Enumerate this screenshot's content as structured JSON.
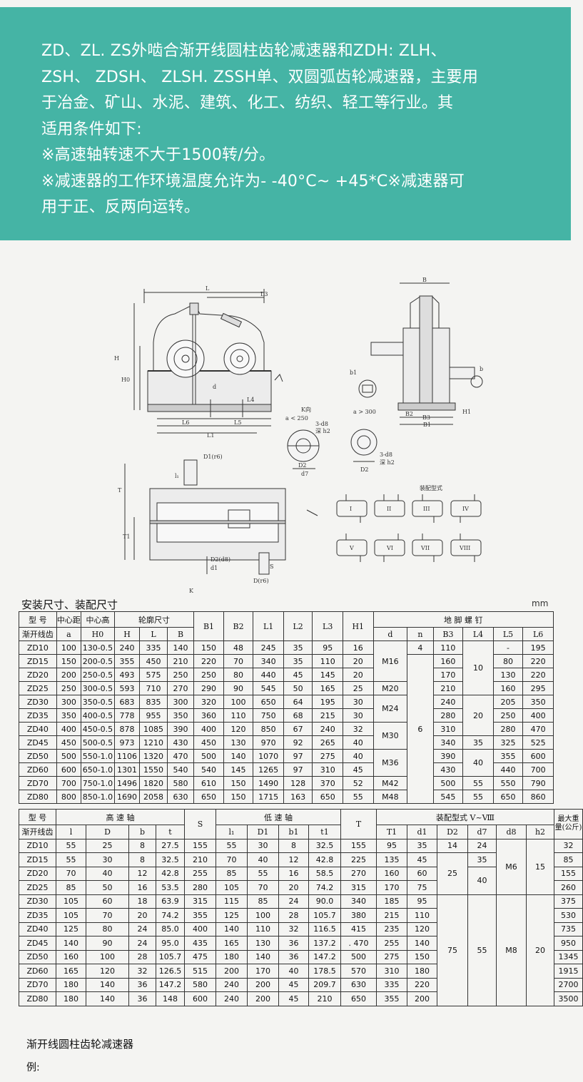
{
  "intro": {
    "lines": [
      "ZD、ZL. ZS外啮合渐开线圆柱齿轮减速器和ZDH: ZLH、",
      "ZSH、 ZDSH、 ZLSH. ZSSH单、双圆弧齿轮减速器，主要用",
      "于冶金、矿山、水泥、建筑、化工、纺织、轻工等行业。其",
      "适用条件如下:",
      "※高速轴转速不大于1500转/分。",
      "※减速器的工作环境温度允许为- -40°C~ +45*C※减速器可",
      "用于正、反两向运转。"
    ]
  },
  "drawing": {
    "labels": {
      "L": "L",
      "L3": "L3",
      "H": "H",
      "H0": "H0",
      "d": "d",
      "L4": "L4",
      "L6": "L6",
      "L5": "L5",
      "L1": "L1",
      "B": "B",
      "b1": "b1",
      "b": "b",
      "a_gt_300": "a > 300",
      "B2": "B2",
      "B3": "B3",
      "B1": "B1",
      "H1": "H1",
      "K_dir": "K向",
      "a_lt_250": "a < 250",
      "d8": "3-d8",
      "deep_h2": "深 h2",
      "D2": "D2",
      "d7": "d7",
      "D1r6": "D1(r6)",
      "l1": "l₁",
      "T": "T",
      "T1": "T1",
      "S": "S",
      "D2d8": "D2(d8)",
      "d1": "d1",
      "Dr6": "D(r6)",
      "K": "K",
      "assembly_title": "装配型式",
      "forms": [
        "I",
        "II",
        "III",
        "IV",
        "V",
        "VI",
        "VII",
        "VIII"
      ]
    }
  },
  "table_title": "安装尺寸、装配尺寸",
  "unit": "mm",
  "table1": {
    "group_headers": {
      "model": "型 号",
      "center_distance": "中心距",
      "center_height": "中心高",
      "outline": "轮廓尺寸",
      "anchor": "地 脚 螺 钉"
    },
    "sub_headers": {
      "model": "渐开线齿",
      "a": "a",
      "H0": "H0",
      "H": "H",
      "L": "L",
      "B": "B",
      "B1": "B1",
      "B2": "B2",
      "L1": "L1",
      "L2": "L2",
      "L3": "L3",
      "H1": "H1",
      "d": "d",
      "n": "n",
      "B3": "B3",
      "L4": "L4",
      "L5": "L5",
      "L6": "L6"
    },
    "rows": [
      {
        "model": "ZD10",
        "a": "100",
        "h0": "130-0.5",
        "h": "240",
        "l": "335",
        "b": "140",
        "b1": "150",
        "b2": "48",
        "l1": "245",
        "l2": "35",
        "l3": "95",
        "h1": "16",
        "b3": "110",
        "l5": "-",
        "l6": "195"
      },
      {
        "model": "ZD15",
        "a": "150",
        "h0": "200-0.5",
        "h": "355",
        "l": "450",
        "b": "210",
        "b1": "220",
        "b2": "70",
        "l1": "340",
        "l2": "35",
        "l3": "110",
        "h1": "20",
        "b3": "160",
        "l5": "80",
        "l6": "220"
      },
      {
        "model": "ZD20",
        "a": "200",
        "h0": "250-0.5",
        "h": "493",
        "l": "575",
        "b": "250",
        "b1": "250",
        "b2": "80",
        "l1": "440",
        "l2": "45",
        "l3": "145",
        "h1": "20",
        "b3": "170",
        "l5": "130",
        "l6": "220"
      },
      {
        "model": "ZD25",
        "a": "250",
        "h0": "300-0.5",
        "h": "593",
        "l": "710",
        "b": "270",
        "b1": "290",
        "b2": "90",
        "l1": "545",
        "l2": "50",
        "l3": "165",
        "h1": "25",
        "b3": "210",
        "l5": "160",
        "l6": "295"
      },
      {
        "model": "ZD30",
        "a": "300",
        "h0": "350-0.5",
        "h": "683",
        "l": "835",
        "b": "300",
        "b1": "320",
        "b2": "100",
        "l1": "650",
        "l2": "64",
        "l3": "195",
        "h1": "30",
        "b3": "240",
        "l5": "205",
        "l6": "350"
      },
      {
        "model": "ZD35",
        "a": "350",
        "h0": "400-0.5",
        "h": "778",
        "l": "955",
        "b": "350",
        "b1": "360",
        "b2": "110",
        "l1": "750",
        "l2": "68",
        "l3": "215",
        "h1": "30",
        "b3": "280",
        "l5": "250",
        "l6": "400"
      },
      {
        "model": "ZD40",
        "a": "400",
        "h0": "450-0.5",
        "h": "878",
        "l": "1085",
        "b": "390",
        "b1": "400",
        "b2": "120",
        "l1": "850",
        "l2": "67",
        "l3": "240",
        "h1": "32",
        "b3": "310",
        "l5": "280",
        "l6": "470"
      },
      {
        "model": "ZD45",
        "a": "450",
        "h0": "500-0.5",
        "h": "973",
        "l": "1210",
        "b": "430",
        "b1": "450",
        "b2": "130",
        "l1": "970",
        "l2": "92",
        "l3": "265",
        "h1": "40",
        "b3": "340",
        "l5": "325",
        "l6": "525"
      },
      {
        "model": "ZD50",
        "a": "500",
        "h0": "550-1.0",
        "h": "1106",
        "l": "1320",
        "b": "470",
        "b1": "500",
        "b2": "140",
        "l1": "1070",
        "l2": "97",
        "l3": "275",
        "h1": "40",
        "b3": "390",
        "l5": "355",
        "l6": "600"
      },
      {
        "model": "ZD60",
        "a": "600",
        "h0": "650-1.0",
        "h": "1301",
        "l": "1550",
        "b": "540",
        "b1": "540",
        "b2": "145",
        "l1": "1265",
        "l2": "97",
        "l3": "310",
        "h1": "45",
        "b3": "430",
        "l5": "440",
        "l6": "700"
      },
      {
        "model": "ZD70",
        "a": "700",
        "h0": "750-1.0",
        "h": "1496",
        "l": "1820",
        "b": "580",
        "b1": "610",
        "b2": "150",
        "l1": "1490",
        "l2": "128",
        "l3": "370",
        "h1": "52",
        "b3": "500",
        "l5": "550",
        "l6": "790"
      },
      {
        "model": "ZD80",
        "a": "800",
        "h0": "850-1.0",
        "h": "1690",
        "l": "2058",
        "b": "630",
        "b1": "650",
        "b2": "150",
        "l1": "1715",
        "l2": "163",
        "l3": "650",
        "h1": "55",
        "b3": "545",
        "l5": "650",
        "l6": "860"
      }
    ],
    "merged": {
      "d_M16": "M16",
      "d_M20": "M20",
      "d_M24": "M24",
      "d_M30": "M30",
      "d_M36": "M36",
      "d_M42": "M42",
      "d_M48": "M48",
      "n_4": "4",
      "n_6": "6",
      "l4_10": "10",
      "l4_20": "20",
      "l4_35": "35",
      "l4_40": "40",
      "l4_55a": "55",
      "l4_55b": "55"
    }
  },
  "table2": {
    "group_headers": {
      "model": "型 号",
      "high_speed": "高 速 轴",
      "S": "S",
      "low_speed": "低 速 轴",
      "T": "T",
      "assembly": "装配型式 V~Ⅷ",
      "max_weight": "最大重量(公斤)"
    },
    "sub_headers": {
      "model": "渐开线齿",
      "l": "l",
      "D": "D",
      "b": "b",
      "t": "t",
      "l1": "l₁",
      "D1": "D1",
      "b1": "b1",
      "t1": "t1",
      "T1": "T1",
      "d1": "d1",
      "D2": "D2",
      "d7": "d7",
      "d8": "d8",
      "h2": "h2"
    },
    "rows": [
      {
        "model": "ZD10",
        "l": "55",
        "D": "25",
        "b": "8",
        "t": "27.5",
        "s": "155",
        "l1": "55",
        "D1": "30",
        "b1": "8",
        "t1": "32.5",
        "T": "155",
        "T1": "95",
        "d1": "35",
        "w": "32"
      },
      {
        "model": "ZD15",
        "l": "55",
        "D": "30",
        "b": "8",
        "t": "32.5",
        "s": "210",
        "l1": "70",
        "D1": "40",
        "b1": "12",
        "t1": "42.8",
        "T": "225",
        "T1": "135",
        "d1": "45",
        "w": "85"
      },
      {
        "model": "ZD20",
        "l": "70",
        "D": "40",
        "b": "12",
        "t": "42.8",
        "s": "255",
        "l1": "85",
        "D1": "55",
        "b1": "16",
        "t1": "58.5",
        "T": "270",
        "T1": "160",
        "d1": "60",
        "w": "155"
      },
      {
        "model": "ZD25",
        "l": "85",
        "D": "50",
        "b": "16",
        "t": "53.5",
        "s": "280",
        "l1": "105",
        "D1": "70",
        "b1": "20",
        "t1": "74.2",
        "T": "315",
        "T1": "170",
        "d1": "75",
        "w": "260"
      },
      {
        "model": "ZD30",
        "l": "105",
        "D": "60",
        "b": "18",
        "t": "63.9",
        "s": "315",
        "l1": "115",
        "D1": "85",
        "b1": "24",
        "t1": "90.0",
        "T": "340",
        "T1": "185",
        "d1": "95",
        "w": "375"
      },
      {
        "model": "ZD35",
        "l": "105",
        "D": "70",
        "b": "20",
        "t": "74.2",
        "s": "355",
        "l1": "125",
        "D1": "100",
        "b1": "28",
        "t1": "105.7",
        "T": "380",
        "T1": "215",
        "d1": "110",
        "w": "530"
      },
      {
        "model": "ZD40",
        "l": "125",
        "D": "80",
        "b": "24",
        "t": "85.0",
        "s": "400",
        "l1": "140",
        "D1": "110",
        "b1": "32",
        "t1": "116.5",
        "T": "415",
        "T1": "235",
        "d1": "120",
        "w": "735"
      },
      {
        "model": "ZD45",
        "l": "140",
        "D": "90",
        "b": "24",
        "t": "95.0",
        "s": "435",
        "l1": "165",
        "D1": "130",
        "b1": "36",
        "t1": "137.2",
        "T": ". 470",
        "T1": "255",
        "d1": "140",
        "w": "950"
      },
      {
        "model": "ZD50",
        "l": "160",
        "D": "100",
        "b": "28",
        "t": "105.7",
        "s": "475",
        "l1": "180",
        "D1": "140",
        "b1": "36",
        "t1": "147.2",
        "T": "500",
        "T1": "275",
        "d1": "150",
        "w": "1345"
      },
      {
        "model": "ZD60",
        "l": "165",
        "D": "120",
        "b": "32",
        "t": "126.5",
        "s": "515",
        "l1": "200",
        "D1": "170",
        "b1": "40",
        "t1": "178.5",
        "T": "570",
        "T1": "310",
        "d1": "180",
        "w": "1915"
      },
      {
        "model": "ZD70",
        "l": "180",
        "D": "140",
        "b": "36",
        "t": "147.2",
        "s": "580",
        "l1": "240",
        "D1": "200",
        "b1": "45",
        "t1": "209.7",
        "T": "630",
        "T1": "335",
        "d1": "220",
        "w": "2700"
      },
      {
        "model": "ZD80",
        "l": "180",
        "D": "140",
        "b": "36",
        "t": "148",
        "s": "600",
        "l1": "240",
        "D1": "200",
        "b1": "45",
        "t1": "210",
        "T": "650",
        "T1": "355",
        "d1": "200",
        "w": "3500"
      }
    ],
    "merged": {
      "D2_14": "14",
      "D2_25": "25",
      "D2_75": "75",
      "d7_24": "24",
      "d7_35": "35",
      "d7_40": "40",
      "d7_55": "55",
      "d8_M6": "M6",
      "d8_M8": "M8",
      "h2_15": "15",
      "h2_20": "20"
    }
  },
  "footer": {
    "title": "渐开线圆柱齿轮减速器",
    "example_label": "例:"
  }
}
